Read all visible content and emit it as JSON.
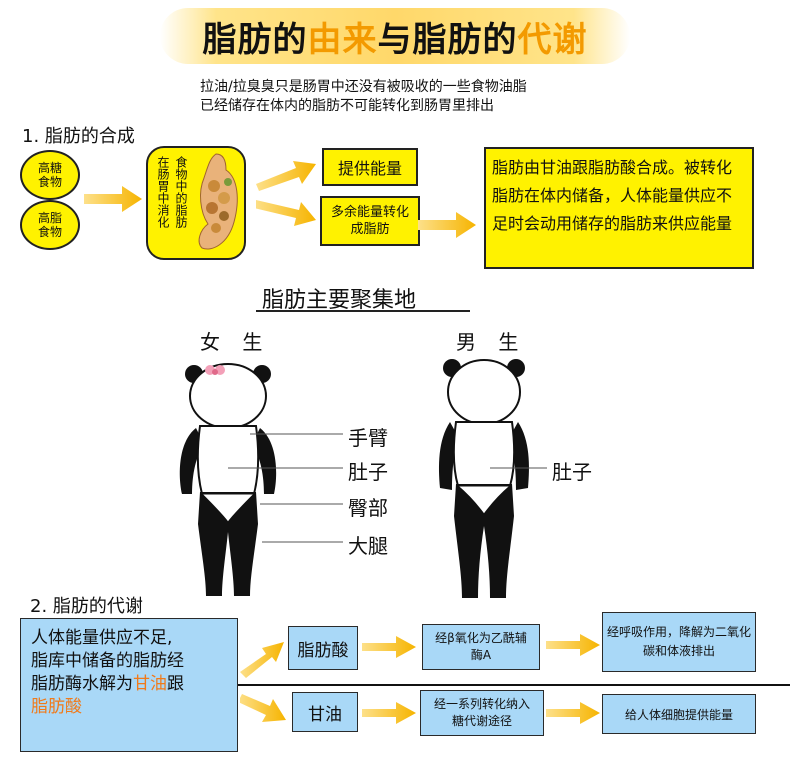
{
  "title": {
    "part1": "脂肪的",
    "part2": "由来",
    "part3": "与脂肪的",
    "part4": "代谢"
  },
  "intro": {
    "line1": "拉油/拉臭臭只是肠胃中还没有被吸收的一些食物油脂",
    "line2": "已经储存在体内的脂肪不可能转化到肠胃里排出"
  },
  "section1": {
    "heading": "1. 脂肪的合成",
    "high_sugar": "高糖食物",
    "high_fat": "高脂食物",
    "stomach_text_a": "食物中的脂肪",
    "stomach_text_b": "在肠胃中消化",
    "provide_energy": "提供能量",
    "excess_energy": "多余能量转化成脂肪",
    "explanation": "脂肪由甘油跟脂肪酸合成。被转化脂肪在体内储备，人体能量供应不足时会动用储存的脂肪来供应能量"
  },
  "section_storage": {
    "heading": "脂肪主要聚集地",
    "female": "女 生",
    "male": "男 生",
    "arm": "手臂",
    "belly_f": "肚子",
    "hip": "臀部",
    "thigh": "大腿",
    "belly_m": "肚子"
  },
  "section2": {
    "heading": "2. 脂肪的代谢",
    "summary_a": "人体能量供应不足,",
    "summary_b": "脂库中储备的脂肪经",
    "summary_c": "脂肪酶水解为",
    "glycerol_word": "甘油",
    "and_word": "跟",
    "fatty_acid_word": "脂肪酸",
    "fatty_acid": "脂肪酸",
    "beta_oxidation": "经β氧化为乙酰辅酶A",
    "respiration": "经呼吸作用，降解为二氧化碳和体液排出",
    "glycerol": "甘油",
    "glycolysis": "经一系列转化纳入糖代谢途径",
    "cell_energy": "给人体细胞提供能量"
  },
  "colors": {
    "yellow": "#fff200",
    "blue": "#a9d8f7",
    "orange": "#f07a1a",
    "arrow": "#f6b400"
  }
}
